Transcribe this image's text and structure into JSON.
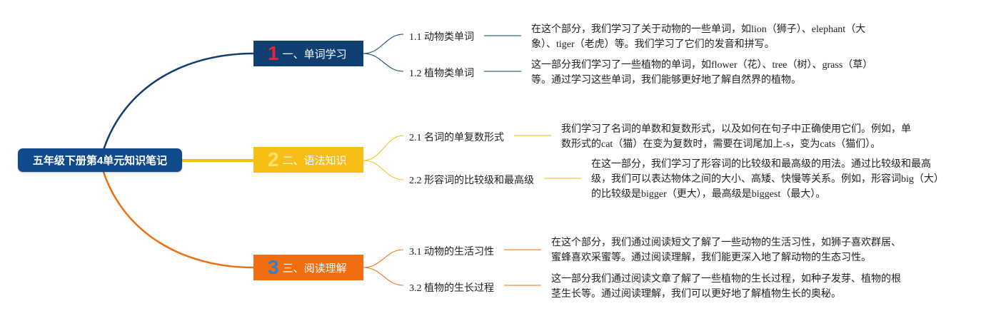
{
  "root": {
    "title": "五年级下册第4单元知识笔记"
  },
  "colors": {
    "root": "#104a8c",
    "branch1": "#0f3e70",
    "branch2": "#f7be18",
    "branch3": "#f06e10"
  },
  "branches": [
    {
      "num": "1",
      "label": "一、单词学习",
      "items": [
        {
          "label": "1.1 动物类单词",
          "desc": "在这个部分，我们学习了关于动物的一些单词，如lion（狮子）、elephant（大象）、tiger（老虎）等。我们学习了它们的发音和拼写。"
        },
        {
          "label": "1.2 植物类单词",
          "desc": "这一部分我们学习了一些植物的单词，如flower（花）、tree（树）、grass（草）等。通过学习这些单词，我们能够更好地了解自然界的植物。"
        }
      ]
    },
    {
      "num": "2",
      "label": "二、语法知识",
      "items": [
        {
          "label": "2.1 名词的单复数形式",
          "desc": "我们学习了名词的单数和复数形式，以及如何在句子中正确使用它们。例如，单数形式的cat（猫）在变为复数时，需要在词尾加上-s，变为cats（猫们）。"
        },
        {
          "label": "2.2 形容词的比较级和最高级",
          "desc": "在这一部分，我们学习了形容词的比较级和最高级的用法。通过比较级和最高级，我们可以表达物体之间的大小、高矮、快慢等关系。例如，形容词big（大）的比较级是bigger（更大），最高级是biggest（最大）。"
        }
      ]
    },
    {
      "num": "3",
      "label": "三、阅读理解",
      "items": [
        {
          "label": "3.1 动物的生活习性",
          "desc": "在这个部分，我们通过阅读短文了解了一些动物的生活习性，如狮子喜欢群居、蜜蜂喜欢采蜜等。通过阅读理解，我们能更深入地了解动物的生态习性。"
        },
        {
          "label": "3.2 植物的生长过程",
          "desc": "这一部分我们通过阅读文章了解了一些植物的生长过程，如种子发芽、植物的根茎生长等。通过阅读理解，我们可以更好地了解植物生长的奥秘。"
        }
      ]
    }
  ]
}
